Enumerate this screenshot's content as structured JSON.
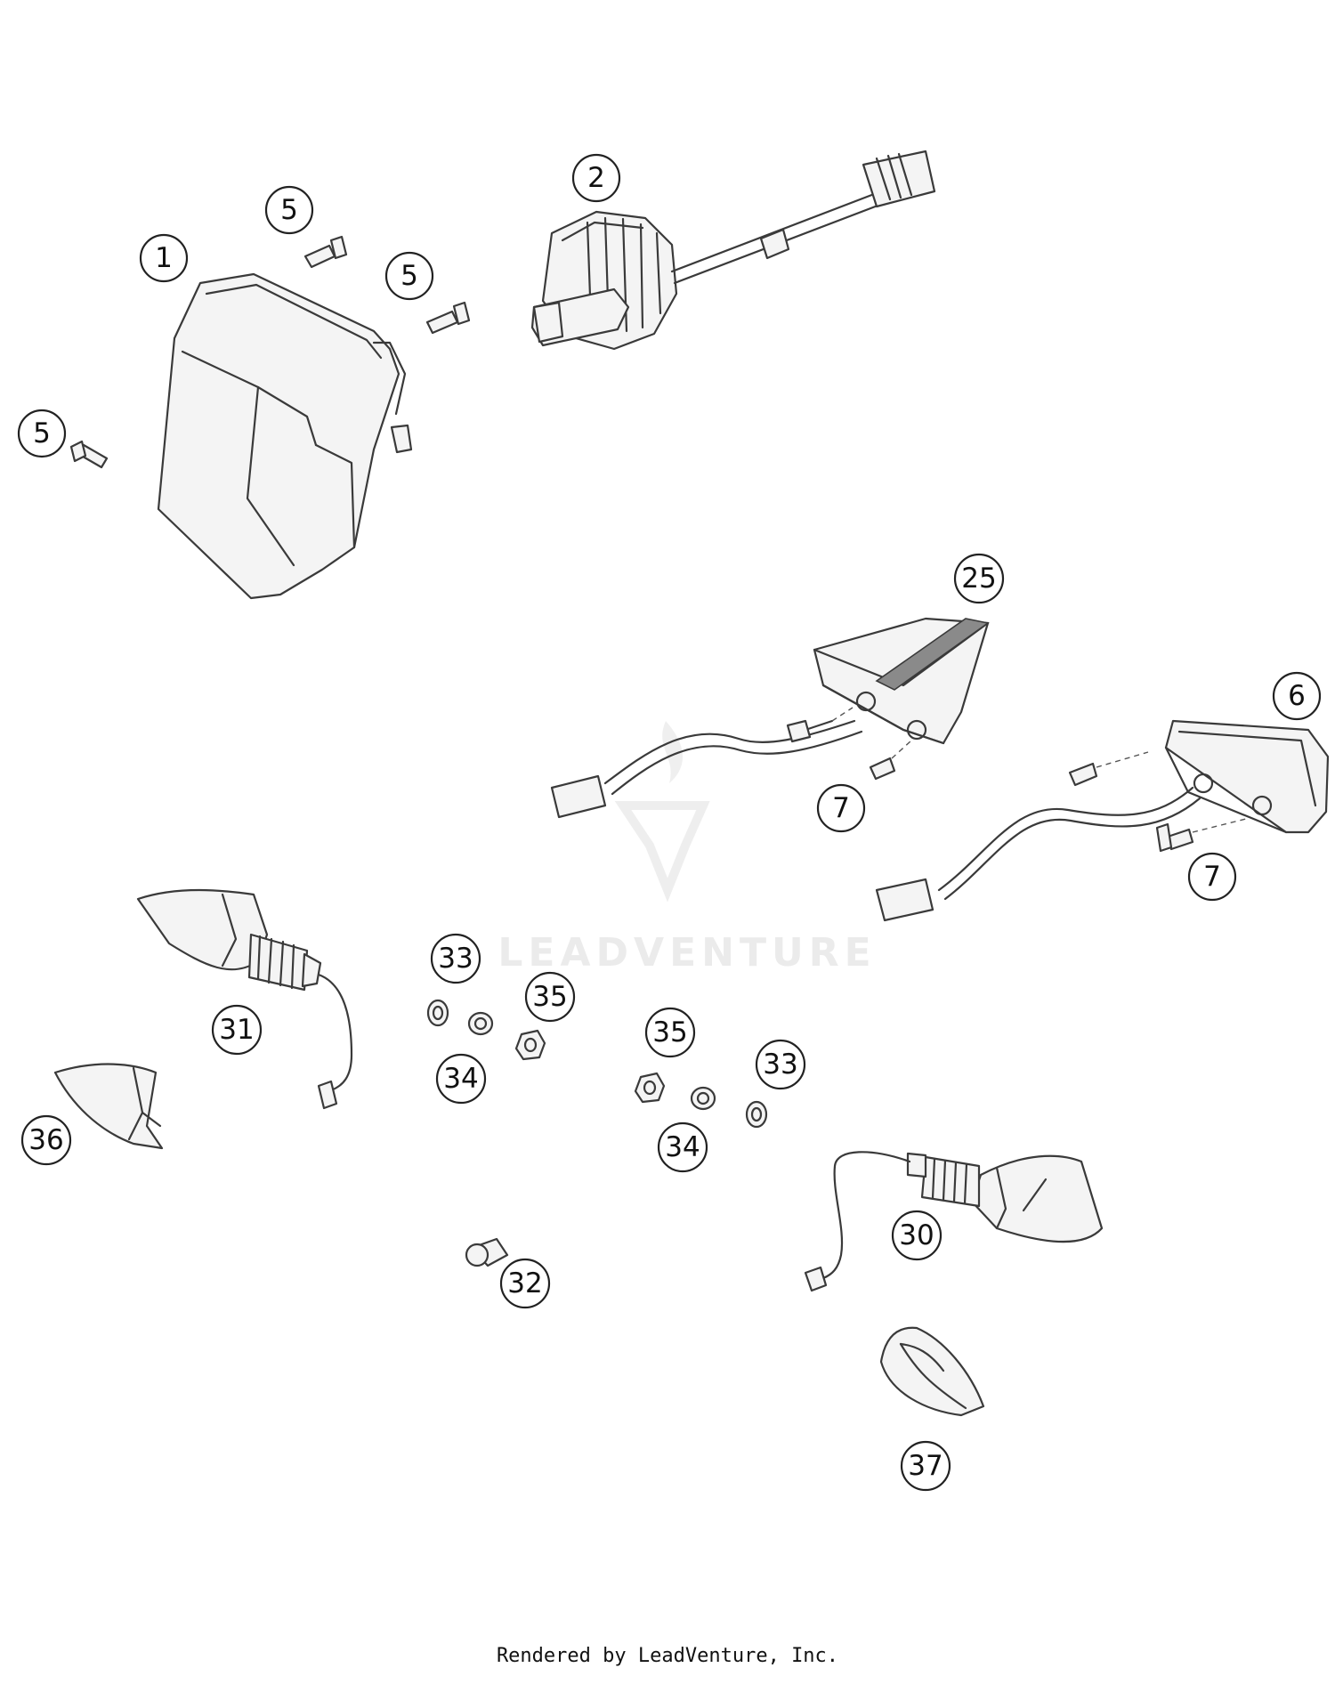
{
  "callouts": [
    {
      "id": "c1",
      "label": "1"
    },
    {
      "id": "c2",
      "label": "2"
    },
    {
      "id": "c5a",
      "label": "5"
    },
    {
      "id": "c5b",
      "label": "5"
    },
    {
      "id": "c5c",
      "label": "5"
    },
    {
      "id": "c25",
      "label": "25"
    },
    {
      "id": "c6",
      "label": "6"
    },
    {
      "id": "c7a",
      "label": "7"
    },
    {
      "id": "c7b",
      "label": "7"
    },
    {
      "id": "c31",
      "label": "31"
    },
    {
      "id": "c33a",
      "label": "33"
    },
    {
      "id": "c35a",
      "label": "35"
    },
    {
      "id": "c34a",
      "label": "34"
    },
    {
      "id": "c35b",
      "label": "35"
    },
    {
      "id": "c33b",
      "label": "33"
    },
    {
      "id": "c34b",
      "label": "34"
    },
    {
      "id": "c36",
      "label": "36"
    },
    {
      "id": "c30",
      "label": "30"
    },
    {
      "id": "c32",
      "label": "32"
    },
    {
      "id": "c37",
      "label": "37"
    }
  ],
  "watermark": {
    "text": "LEADVENTURE"
  },
  "footer": {
    "text": "Rendered by LeadVenture, Inc."
  }
}
